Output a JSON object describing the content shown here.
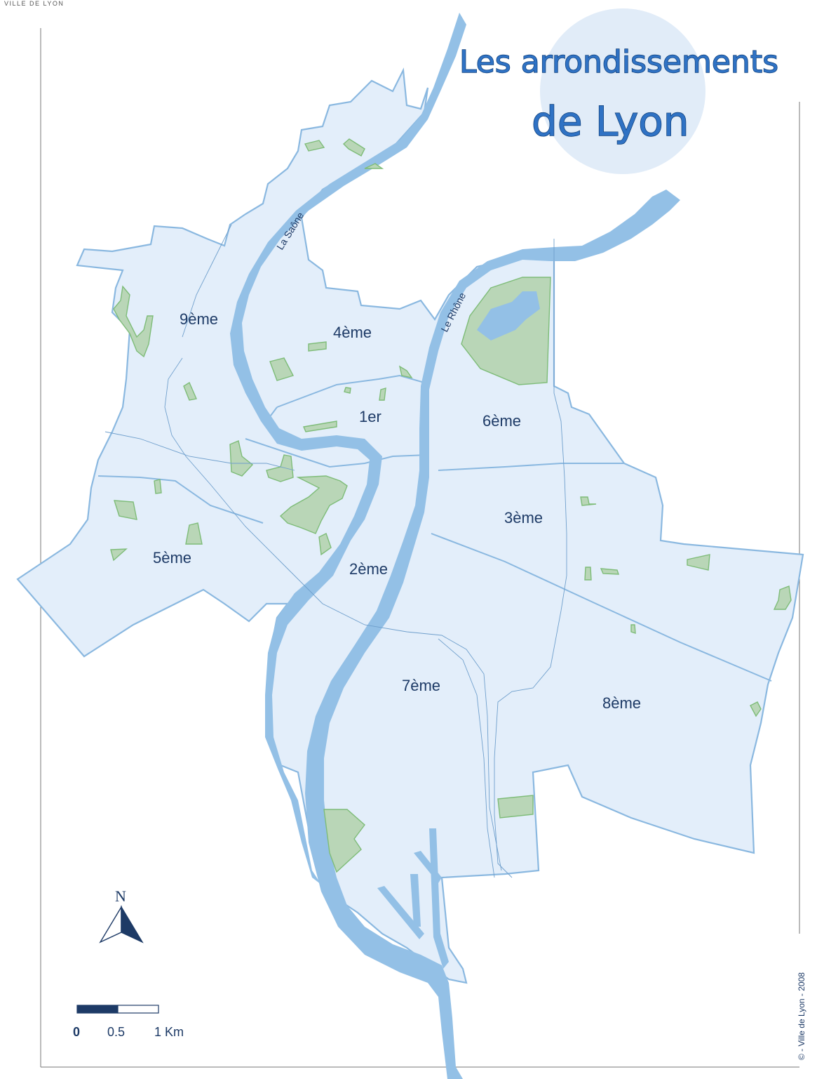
{
  "brand": "VILLE DE LYON",
  "title_line1": "Les arrondissements",
  "title_line2": "de Lyon",
  "arrondissements": [
    {
      "id": "9",
      "label": "9ème"
    },
    {
      "id": "4",
      "label": "4ème"
    },
    {
      "id": "1",
      "label": "1er"
    },
    {
      "id": "6",
      "label": "6ème"
    },
    {
      "id": "3",
      "label": "3ème"
    },
    {
      "id": "5",
      "label": "5ème"
    },
    {
      "id": "2",
      "label": "2ème"
    },
    {
      "id": "7",
      "label": "7ème"
    },
    {
      "id": "8",
      "label": "8ème"
    }
  ],
  "rivers": {
    "saone": "La Saône",
    "rhone": "Le Rhône"
  },
  "north": "N",
  "scale": {
    "zero": "0",
    "half": "0.5",
    "one": "1 Km"
  },
  "credit": "© - Ville de Lyon - 2008",
  "colors": {
    "district_fill": "#e3eefa",
    "district_border": "#8ab8e0",
    "river": "#93c0e6",
    "park": "#b9d6b7",
    "text": "#1d3a66",
    "title": "#2f72c4"
  }
}
